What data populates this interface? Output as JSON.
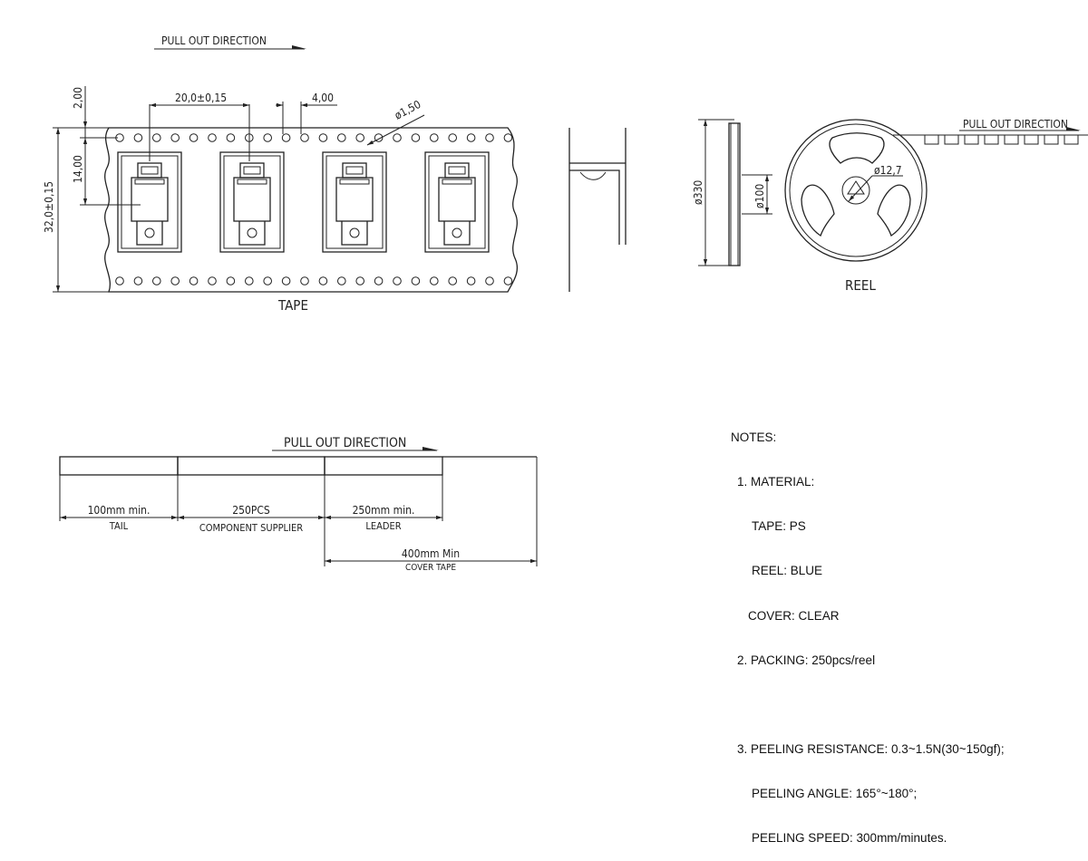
{
  "tape": {
    "pull_out_label": "PULL OUT DIRECTION",
    "dim_pitch": "20,0±0,15",
    "dim_hole_pitch": "4,00",
    "dim_hole_dia": "ø1,50",
    "dim_edge": "2,00",
    "dim_center": "14,00",
    "dim_width": "32,0±0,15",
    "label": "TAPE",
    "component_count": 4
  },
  "reel": {
    "pull_out_label": "PULL OUT DIRECTION",
    "dim_outer": "ø330",
    "dim_hub": "ø100",
    "dim_spindle": "ø12,7",
    "label": "REEL"
  },
  "leader": {
    "pull_out_label": "PULL OUT DIRECTION",
    "segments": [
      {
        "value": "100mm min.",
        "name": "TAIL"
      },
      {
        "value": "250PCS",
        "name": "COMPONENT SUPPLIER"
      },
      {
        "value": "250mm min.",
        "name": "LEADER"
      }
    ],
    "cover": {
      "value": "400mm Min",
      "name": "COVER TAPE"
    }
  },
  "notes": {
    "title": "NOTES:",
    "lines": [
      "1. MATERIAL:",
      "TAPE: PS",
      "REEL: BLUE",
      "COVER: CLEAR",
      "2. PACKING: 250pcs/reel",
      "",
      "3. PEELING RESISTANCE: 0.3~1.5N(30~150gf);",
      "PEELING ANGLE: 165°~180°;",
      "PEELING SPEED: 300mm/minutes."
    ]
  }
}
